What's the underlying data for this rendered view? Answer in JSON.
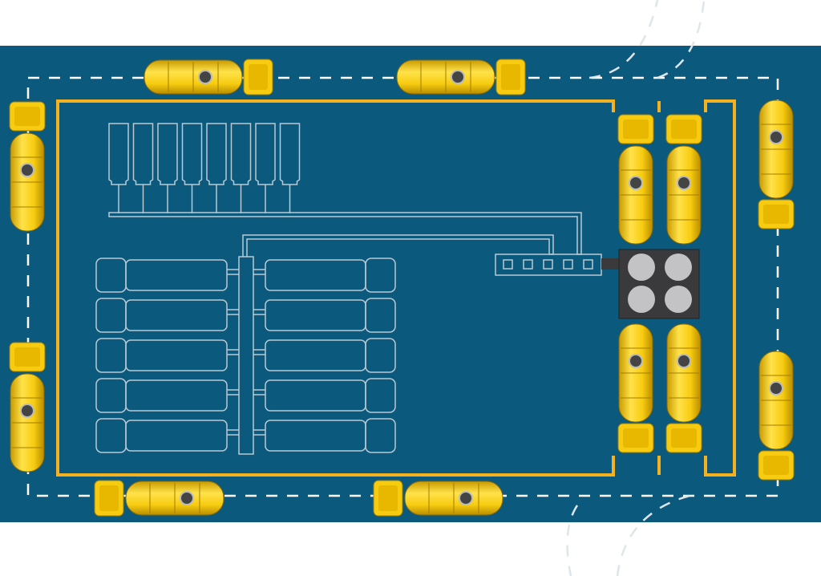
{
  "diagram": {
    "subject": "fuel-depot-layout",
    "storage_tank_count": 8,
    "loading_bay_count": 10,
    "manifold_valve_count": 5,
    "pump_count": 4
  },
  "colors": {
    "ground": "#0b5a7e",
    "outline": "#b9c9d3",
    "boundary": "#f5b120",
    "road_marking": "#ffffff",
    "truck_yellow": "#f7cc10",
    "truck_shade": "#c99a00",
    "pump_station": "#3a3a3c",
    "pump": "#c3c3c5"
  }
}
